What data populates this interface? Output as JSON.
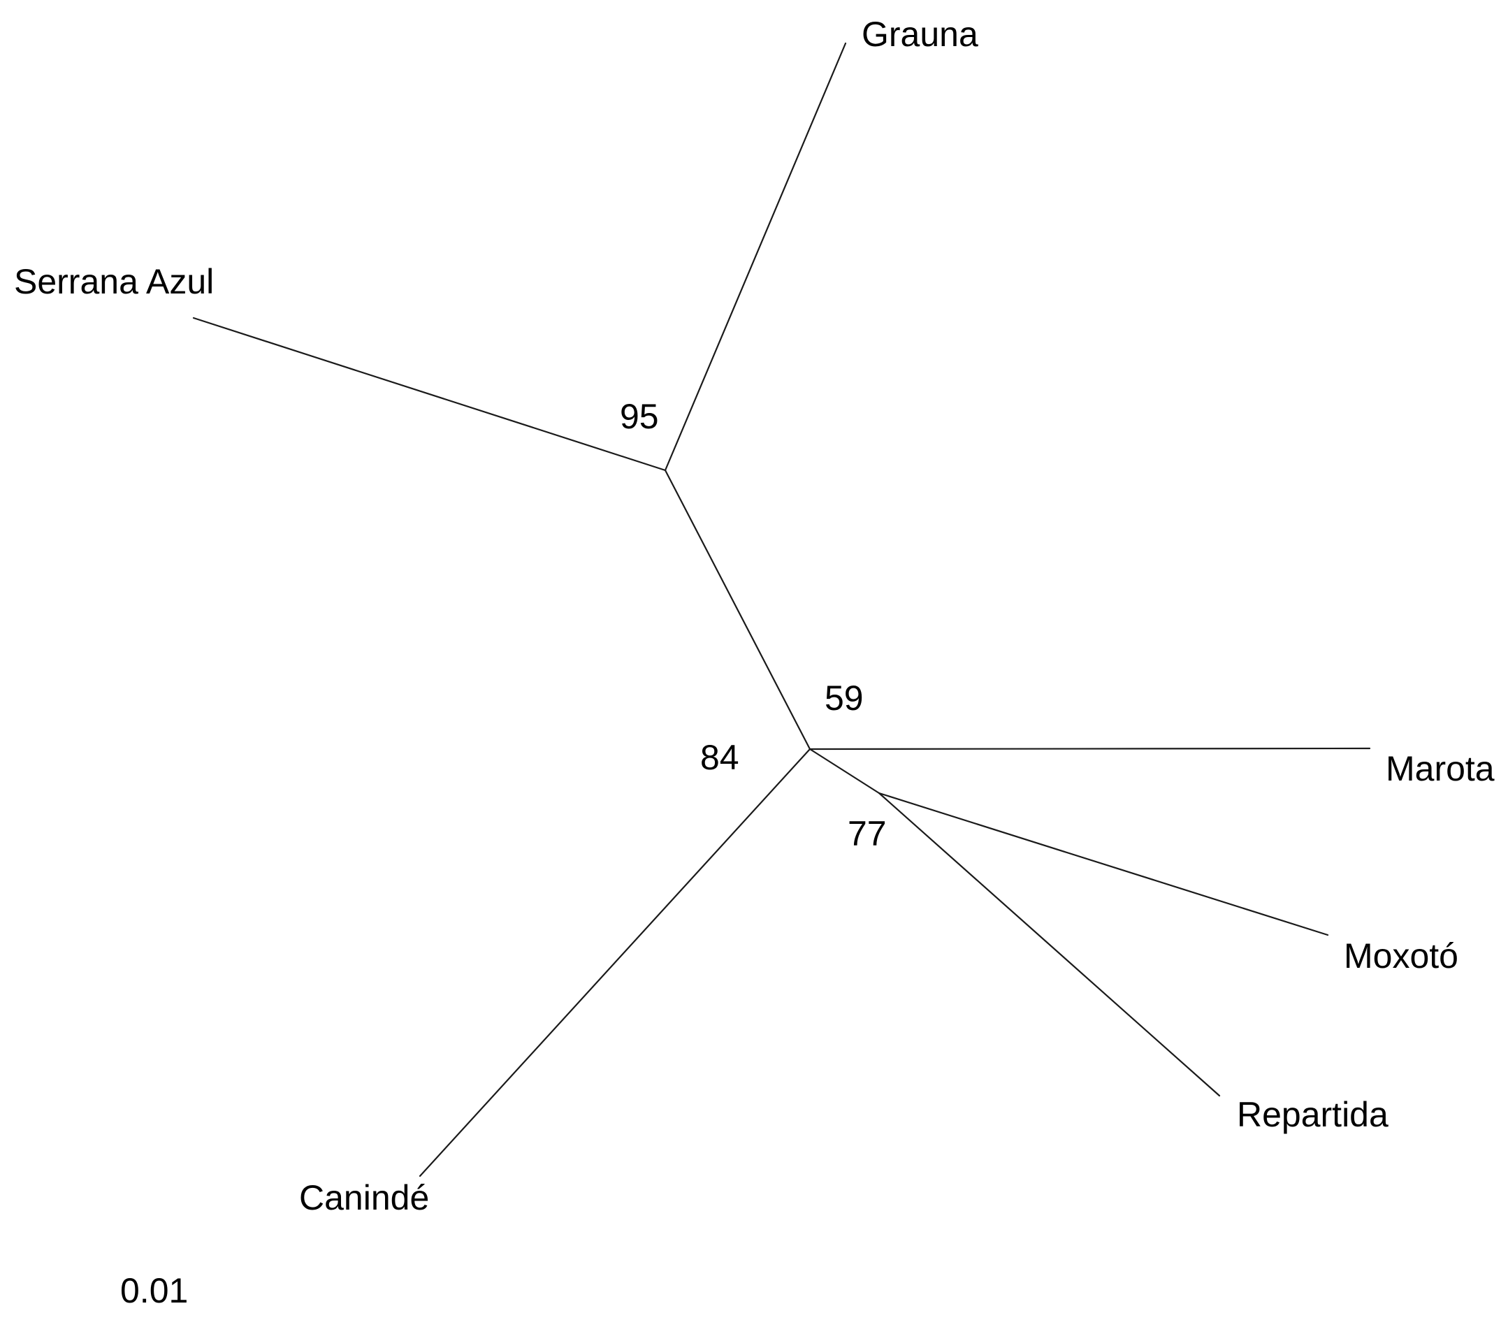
{
  "figure": {
    "type": "unrooted-phylogenetic-tree",
    "scale_label": "0.01",
    "taxa": {
      "grauna": "Grauna",
      "serrana_azul": "Serrana Azul",
      "marota": "Marota",
      "moxoto": "Moxotó",
      "repartida": "Repartida",
      "caninde": "Canindé"
    },
    "bootstrap": {
      "serrana_grauna_node": "95",
      "marota_moxoto_repartida_node": "59",
      "central_node": "84",
      "moxoto_repartida_node": "77"
    },
    "topology_newick": "((Serrana Azul,Grauna)95,Canindé,(Marota,(Moxotó,Repartida)77)59)84",
    "colors": {
      "line": "#1a1a1a",
      "text": "#000000",
      "background": "#ffffff"
    }
  }
}
